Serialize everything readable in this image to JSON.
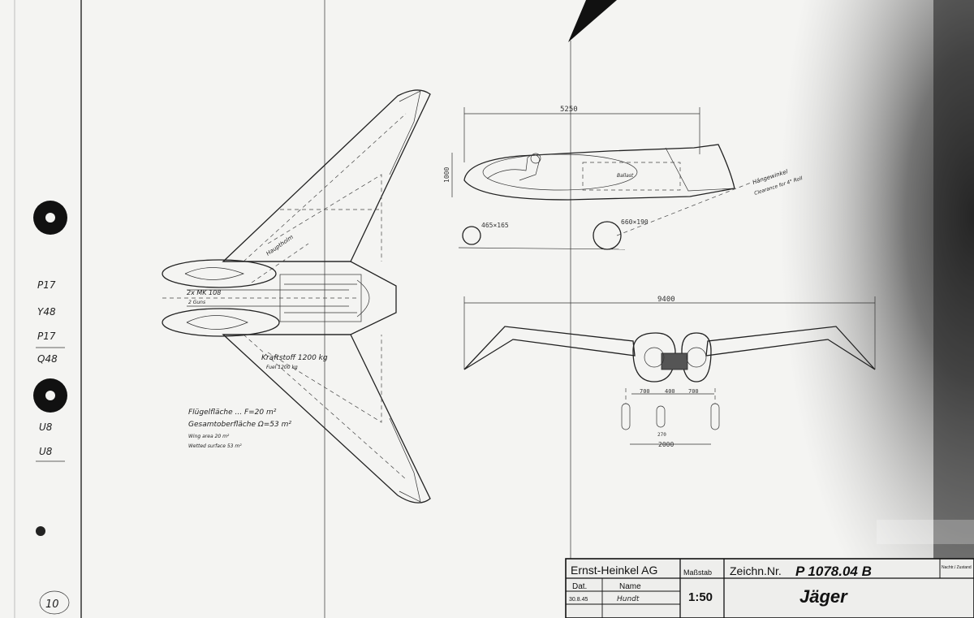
{
  "margin_notes": {
    "line1": "P17",
    "line2": "Y48",
    "line3": "P17",
    "line4": "Q48",
    "line5": "U8",
    "line6": "U8",
    "page_number": "10"
  },
  "plan_view": {
    "mk108": "2x MK 108",
    "mk108_en": "2 Guns",
    "fuel_de": "Kraftstoff 1200 kg",
    "fuel_en": "Fuel 1200 kg",
    "mainspar": "Hauptholm"
  },
  "area_notes": {
    "wing_area_de": "Flügelfläche ... F=20 m²",
    "total_area_de": "Gesamtoberfläche  Ω=53 m²",
    "wing_area_en": "Wing area      20 m²",
    "total_area_en": "Wetted surface  53 m²"
  },
  "side_view": {
    "length": "5250",
    "height": "1000",
    "nose_wheel": "465×165",
    "main_wheel": "660×190",
    "ballast": "Ballast",
    "clearance_de": "Hängewinkel",
    "clearance_en": "Clearance for 4° Roll"
  },
  "front_view": {
    "span": "9400",
    "dim_left": "700",
    "dim_mid": "400",
    "dim_right": "700",
    "dim_small": "270",
    "track": "2000"
  },
  "title_block": {
    "company": "Ernst-Heinkel AG",
    "scale_label": "Maßstab",
    "scale": "1:50",
    "drawing_no_label": "Zeichn.Nr.",
    "drawing_no": "P 1078.04  B",
    "date_label": "Dat.",
    "date": "30.8.45",
    "name_label": "Name",
    "name": "Hundt",
    "title": "Jäger",
    "corner_note": "Nachtr./ Zustand"
  }
}
